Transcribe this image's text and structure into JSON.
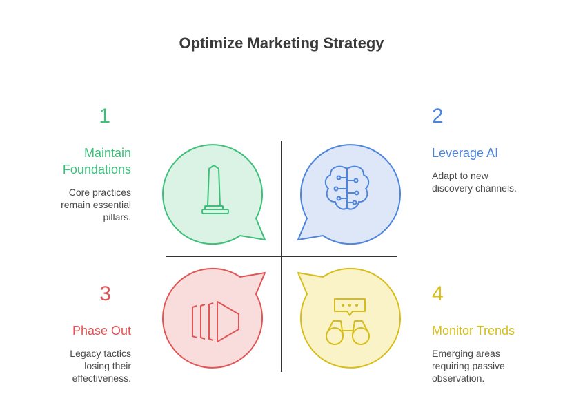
{
  "title": "Optimize Marketing Strategy",
  "quadrants": [
    {
      "number": "1",
      "heading_lines": [
        "Maintain",
        "Foundations"
      ],
      "description_lines": [
        "Core practices",
        "remain essential",
        "pillars."
      ],
      "icon": "monument-icon",
      "color": "#3dbf7a"
    },
    {
      "number": "2",
      "heading_lines": [
        "Leverage AI"
      ],
      "description_lines": [
        "Adapt to new",
        "discovery channels."
      ],
      "icon": "brain-circuit-icon",
      "color": "#4d84dc"
    },
    {
      "number": "3",
      "heading_lines": [
        "Phase Out"
      ],
      "description_lines": [
        "Legacy tactics",
        "losing their",
        "effectiveness."
      ],
      "icon": "fading-play-icon",
      "color": "#e05555"
    },
    {
      "number": "4",
      "heading_lines": [
        "Monitor Trends"
      ],
      "description_lines": [
        "Emerging areas",
        "requiring passive",
        "observation."
      ],
      "icon": "binoculars-icon",
      "color": "#d7bd1a"
    }
  ]
}
